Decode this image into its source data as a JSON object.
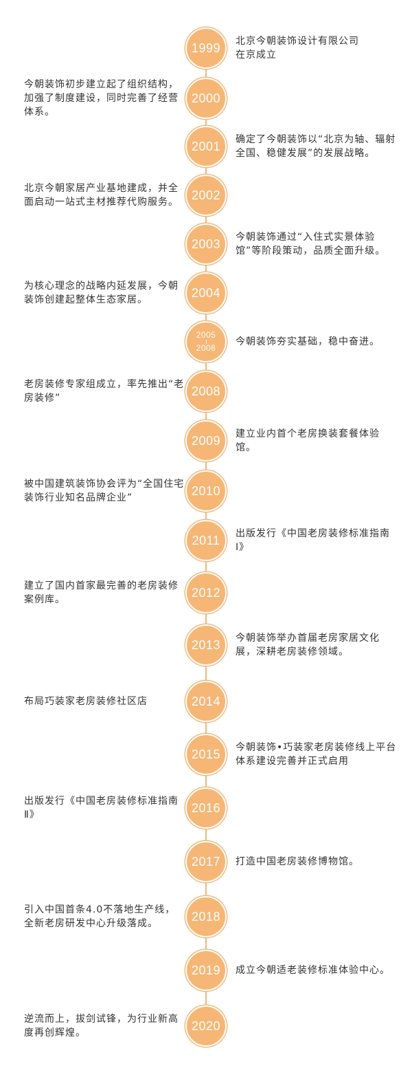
{
  "accent_color": "#f6b675",
  "events": [
    {
      "year": "1999",
      "side": "right",
      "text": "北京今朝装饰设计有限公司\n在京成立"
    },
    {
      "year": "2000",
      "side": "left",
      "text": "今朝装饰初步建立起了组织结构，加强了制度建设，同时完善了经营体系。"
    },
    {
      "year": "2001",
      "side": "right",
      "text": "确定了今朝装饰以“北京为轴、辐射全国、稳健发展”的发展战略。"
    },
    {
      "year": "2002",
      "side": "left",
      "text": "北京今朝家居产业基地建成，并全面启动一站式主材推荐代购服务。"
    },
    {
      "year": "2003",
      "side": "right",
      "text": "今朝装饰通过“入住式实景体验馆”等阶段策动，品质全面升级。"
    },
    {
      "year": "2004",
      "side": "left",
      "text": "为核心理念的战略内延发展，今朝装饰创建起整体生态家居。"
    },
    {
      "year": "2005",
      "year_end": "2008",
      "side": "right",
      "text": "今朝装饰夯实基础，稳中奋进。"
    },
    {
      "year": "2008",
      "side": "left",
      "text": "老房装修专家组成立，率先推出“老房装修”"
    },
    {
      "year": "2009",
      "side": "right",
      "text": "建立业内首个老房换装套餐体验馆。"
    },
    {
      "year": "2010",
      "side": "left",
      "text": "被中国建筑装饰协会评为“全国住宅装饰行业知名品牌企业”"
    },
    {
      "year": "2011",
      "side": "right",
      "text": "出版发行《中国老房装修标准指南Ⅰ》"
    },
    {
      "year": "2012",
      "side": "left",
      "text": "建立了国内首家最完善的老房装修案例库。"
    },
    {
      "year": "2013",
      "side": "right",
      "text": "今朝装饰举办首届老房家居文化展，深耕老房装修领域。"
    },
    {
      "year": "2014",
      "side": "left",
      "text": "布局巧装家老房装修社区店"
    },
    {
      "year": "2015",
      "side": "right",
      "text": "今朝装饰•巧装家老房装修线上平台体系建设完善并正式启用"
    },
    {
      "year": "2016",
      "side": "left",
      "text": "出版发行《中国老房装修标准指南Ⅱ》"
    },
    {
      "year": "2017",
      "side": "right",
      "text": "打造中国老房装修博物馆。"
    },
    {
      "year": "2018",
      "side": "left",
      "text": "引入中国首条4.0不落地生产线，全新老房研发中心升级落成。"
    },
    {
      "year": "2019",
      "side": "right",
      "text": "成立今朝适老装修标准体验中心。"
    },
    {
      "year": "2020",
      "side": "left",
      "text": "逆流而上，拔剑试锋，为行业新高度再创辉煌。"
    }
  ]
}
